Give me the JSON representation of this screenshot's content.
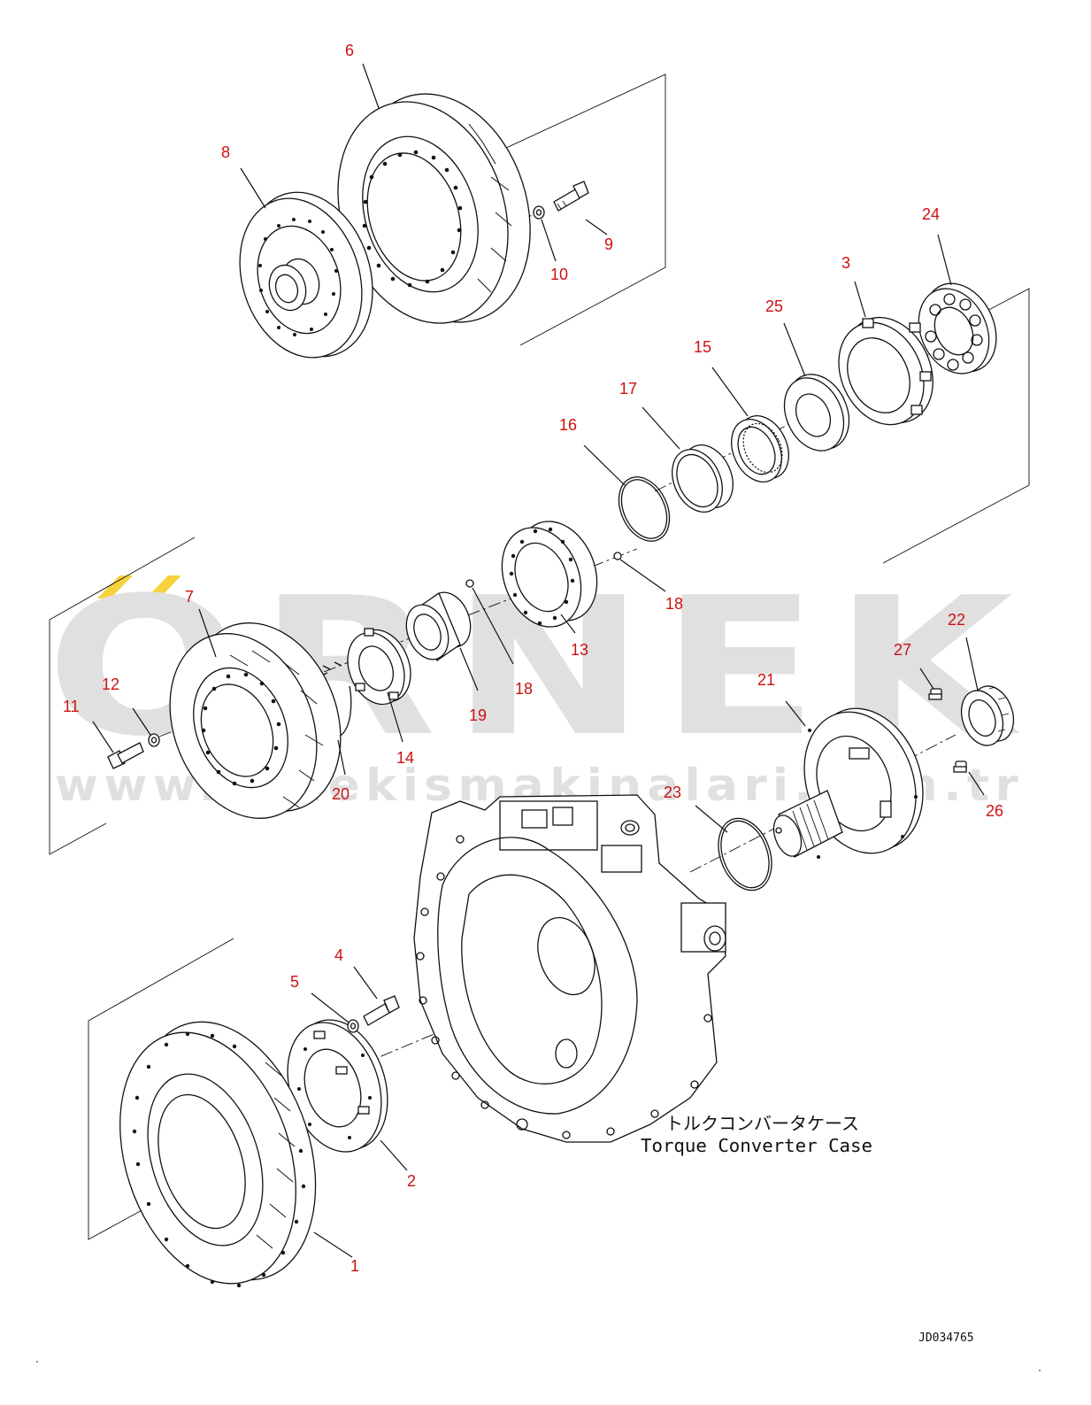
{
  "watermark": {
    "brand": "ORNEK",
    "url": "www.ornekismakinalari.com.tr"
  },
  "case_label": {
    "japanese": "トルクコンバータケース",
    "english": "Torque Converter Case"
  },
  "drawing_code": "JD034765",
  "callouts": {
    "c1": "1",
    "c2": "2",
    "c3": "3",
    "c4": "4",
    "c5": "5",
    "c6": "6",
    "c7": "7",
    "c8": "8",
    "c9": "9",
    "c10": "10",
    "c11": "11",
    "c12": "12",
    "c13": "13",
    "c14": "14",
    "c15": "15",
    "c16": "16",
    "c17": "17",
    "c18a": "18",
    "c18b": "18",
    "c19": "19",
    "c20": "20",
    "c21": "21",
    "c22": "22",
    "c23": "23",
    "c24": "24",
    "c25": "25",
    "c26": "26",
    "c27": "27"
  },
  "colors": {
    "callout": "#cc1111",
    "line": "#111111",
    "watermark": "#d6d6d6",
    "watermark_accent": "#f5c400"
  }
}
